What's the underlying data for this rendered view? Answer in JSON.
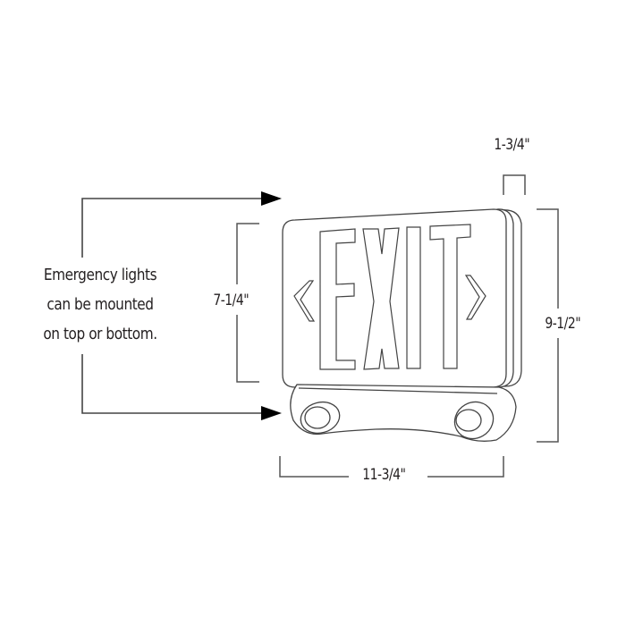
{
  "diagram": {
    "subject": "EXIT sign with emergency lights",
    "sign_text": "EXIT",
    "note": {
      "lines": [
        "Emergency lights",
        "can be mounted",
        "on top or bottom."
      ]
    },
    "dimensions": {
      "depth": "1-3/4\"",
      "sign_height": "7-1/4\"",
      "total_height": "9-1/2\"",
      "width": "11-3/4\""
    },
    "colors": {
      "line": "#3a3a3a",
      "text": "#231f20",
      "background": "#ffffff"
    }
  }
}
